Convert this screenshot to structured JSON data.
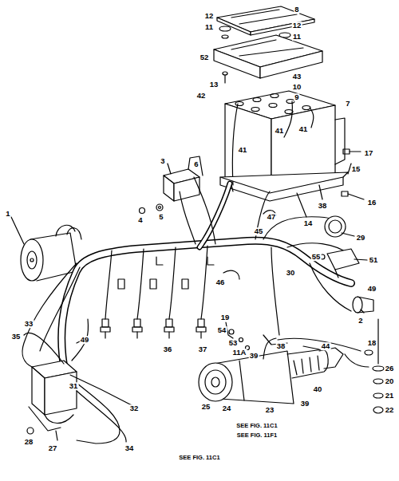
{
  "diagram": {
    "nodes": [],
    "edges": [],
    "labels": [
      "12",
      "8",
      "11",
      "12",
      "11",
      "52",
      "13",
      "43",
      "10",
      "42",
      "9",
      "7",
      "41",
      "41",
      "41",
      "3",
      "6",
      "17",
      "15",
      "4",
      "5",
      "16",
      "38",
      "14",
      "47",
      "1",
      "45",
      "29",
      "55",
      "51",
      "30",
      "46",
      "49",
      "2",
      "19",
      "33",
      "35",
      "49",
      "36",
      "37",
      "54",
      "53",
      "11A",
      "39",
      "38",
      "44",
      "18",
      "31",
      "25",
      "24",
      "23",
      "40",
      "39",
      "26",
      "20",
      "21",
      "22",
      "32",
      "28",
      "27",
      "34",
      "SEE FIG. 11C1",
      "SEE FIG. 11F1",
      "SEE FIG. 11C1"
    ]
  }
}
